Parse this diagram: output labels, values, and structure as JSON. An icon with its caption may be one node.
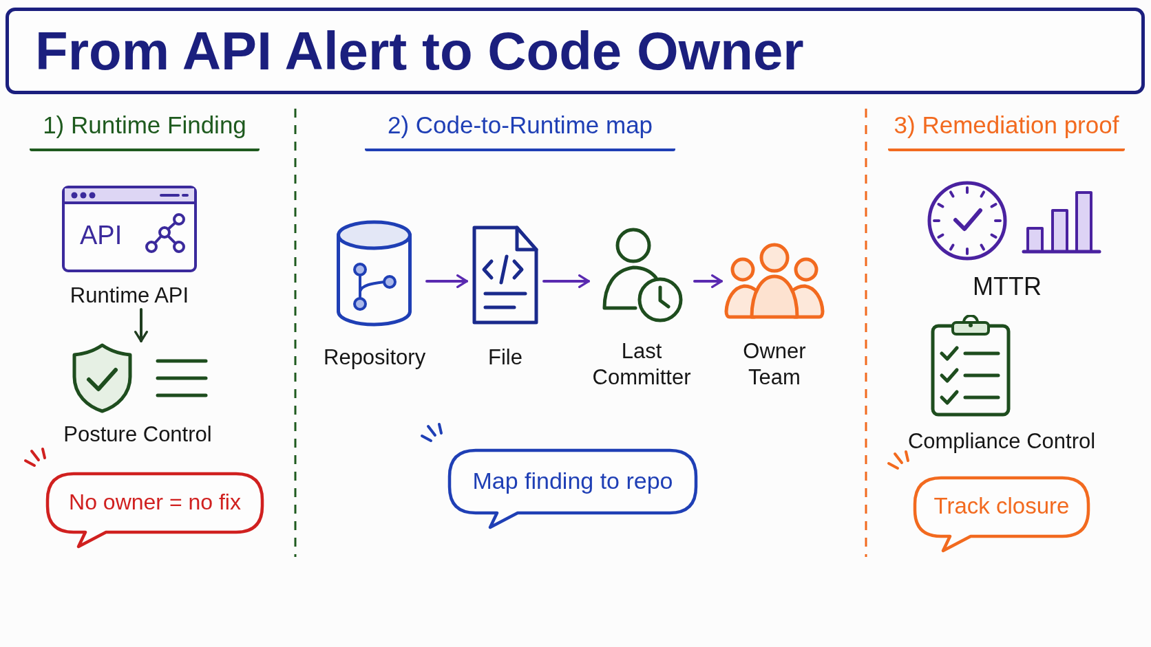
{
  "diagram": {
    "title": "From API Alert to Code Owner",
    "nodes": [
      {
        "text": [
          "API",
          "Runtime API"
        ]
      },
      {
        "text": [
          "Posture Control"
        ]
      },
      {
        "text": [
          "No owner = no fix"
        ]
      },
      {
        "text": [
          "Repository"
        ]
      },
      {
        "text": [
          "File"
        ]
      },
      {
        "text": [
          "Last Committer"
        ]
      },
      {
        "text": [
          "Owner Team"
        ]
      },
      {
        "text": [
          "Map finding to repo"
        ]
      },
      {
        "text": [
          "MTTR"
        ]
      },
      {
        "text": [
          "Compliance Control"
        ]
      },
      {
        "text": [
          "Track closure"
        ]
      }
    ],
    "edges": [
      {
        "from": 0,
        "to": 1,
        "arrow": "to",
        "color": "#1f3d1f"
      },
      {
        "from": 3,
        "to": 4,
        "arrow": "to"
      },
      {
        "from": 4,
        "to": 5,
        "arrow": "to"
      },
      {
        "from": 5,
        "to": 6,
        "arrow": "to"
      }
    ],
    "labels": [
      "1) Runtime Finding",
      "2) Code-to-Runtime map",
      "3) Remediation proof"
    ]
  }
}
